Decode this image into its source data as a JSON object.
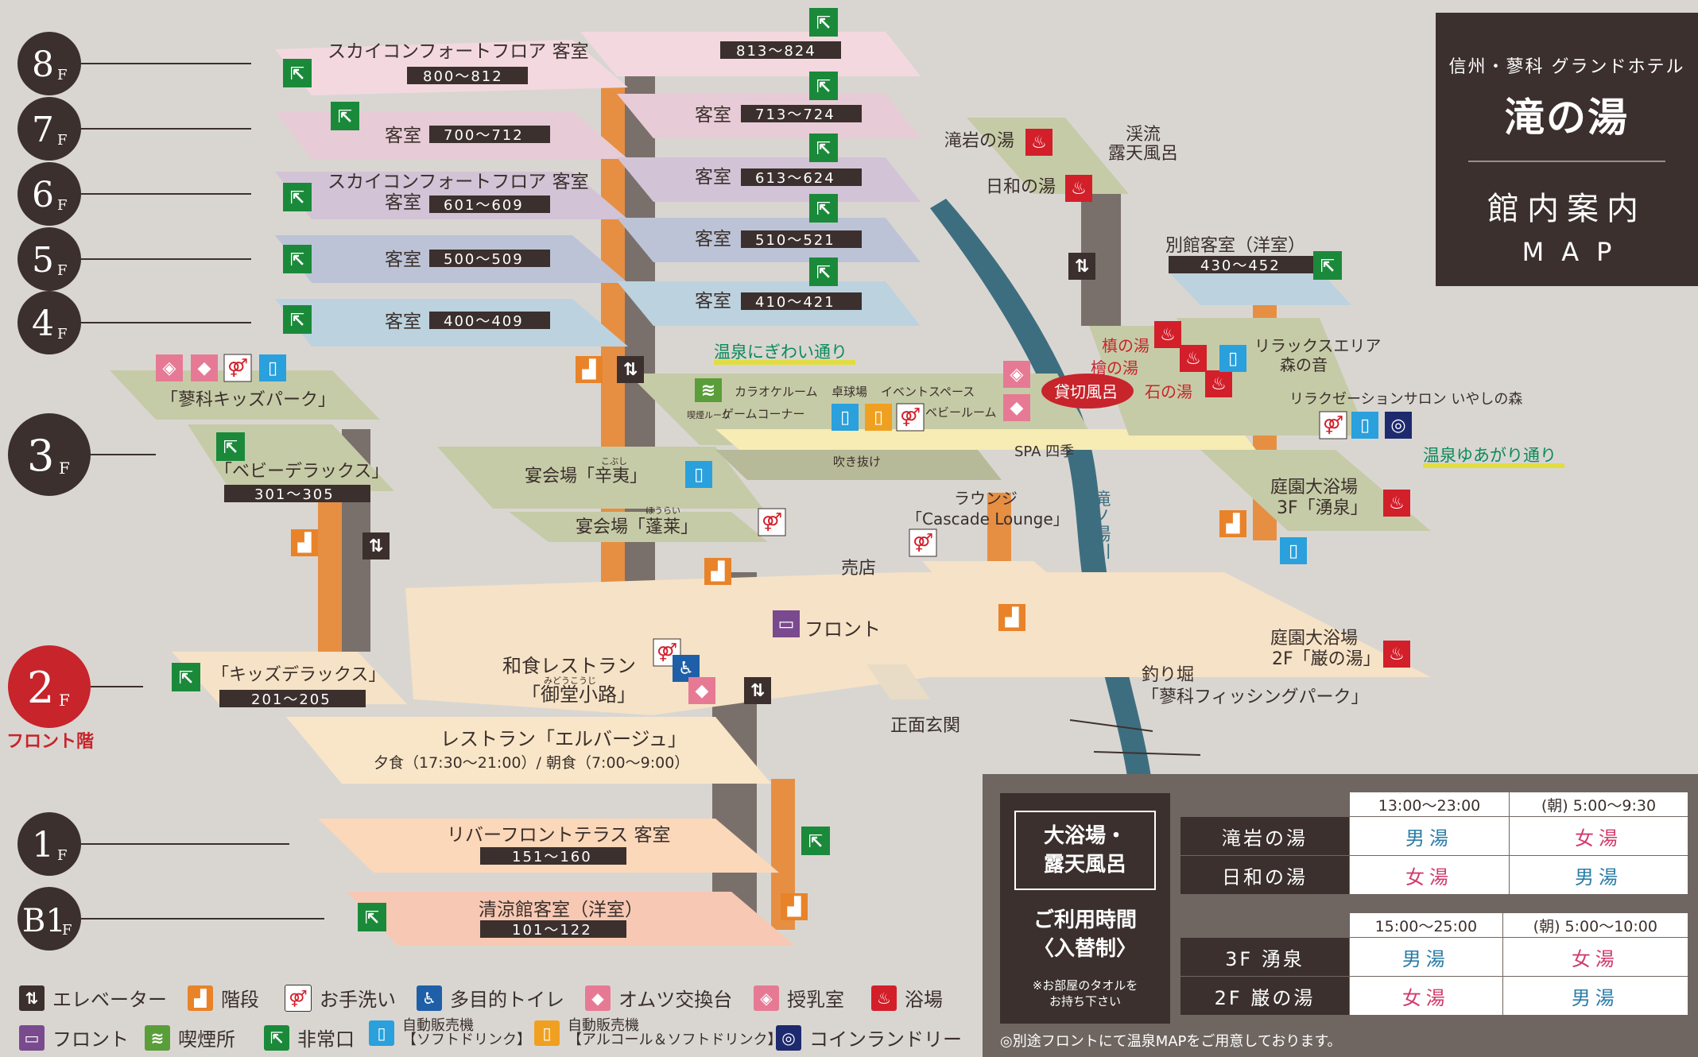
{
  "title": {
    "subtitle": "信州・蓼科 グランドホテル",
    "brand": "滝の湯",
    "heading": "館内案内",
    "heading_en": "MAP"
  },
  "floors": [
    {
      "id": "8F",
      "num": "8",
      "suffix": "F"
    },
    {
      "id": "7F",
      "num": "7",
      "suffix": "F"
    },
    {
      "id": "6F",
      "num": "6",
      "suffix": "F"
    },
    {
      "id": "5F",
      "num": "5",
      "suffix": "F"
    },
    {
      "id": "4F",
      "num": "4",
      "suffix": "F"
    },
    {
      "id": "3F",
      "num": "3",
      "suffix": "F"
    },
    {
      "id": "2F",
      "num": "2",
      "suffix": "F"
    },
    {
      "id": "1F",
      "num": "1",
      "suffix": "F"
    },
    {
      "id": "B1F",
      "num": "B1",
      "suffix": "F"
    }
  ],
  "front_floor_label": "フロント階",
  "rooms": {
    "f8_left_name": "スカイコンフォートフロア 客室",
    "f8_left_range": "800～812",
    "f8_right_range": "813～824",
    "f7_left_name": "客室",
    "f7_left_range": "700～712",
    "f7_right_name": "客室",
    "f7_right_range": "713～724",
    "f6_left_name": "スカイコンフォートフロア 客室",
    "f6_left_name2": "客室",
    "f6_left_range": "601～609",
    "f6_right_name": "客室",
    "f6_right_range": "613～624",
    "f5_left_name": "客室",
    "f5_left_range": "500～509",
    "f5_right_name": "客室",
    "f5_right_range": "510～521",
    "f4_left_name": "客室",
    "f4_left_range": "400～409",
    "f4_right_name": "客室",
    "f4_right_range": "410～421"
  },
  "labels": {
    "kids_park": "「蓼科キッズパーク」",
    "baby_deluxe": "「ベビーデラックス」",
    "baby_deluxe_range": "301～305",
    "banquet1_ruby": "こぶし",
    "banquet1": "宴会場「辛夷」",
    "banquet2_ruby": "ほうらい",
    "banquet2": "宴会場「蓬莱」",
    "onsen_street": "温泉にぎわい通り",
    "karaoke": "カラオケルーム",
    "table_tennis": "卓球場",
    "event_space": "イベントスペース",
    "game_corner": "ゲームコーナー",
    "baby_room": "ベビールーム",
    "smoking_room": "喫煙ルーム",
    "fukinuke": "吹き抜け",
    "spa": "SPA 四季",
    "lounge1": "ラウンジ",
    "lounge2": "「Cascade Lounge」",
    "shop": "売店",
    "front": "フロント",
    "kids_deluxe": "「キッズデラックス」",
    "kids_deluxe_range": "201～205",
    "washoku1": "和食レストラン",
    "washoku_ruby": "みどうこうじ",
    "washoku2": "「御堂小路」",
    "restaurant1": "レストラン「エルバージュ」",
    "restaurant2": "夕食（17:30～21:00）/ 朝食（7:00～9:00）",
    "riverfront": "リバーフロントテラス 客室",
    "riverfront_range": "151～160",
    "seiryo": "清涼館客室（洋室）",
    "seiryo_range": "101～122",
    "takiiwa": "滝岩の湯",
    "hiyori": "日和の湯",
    "keiryu1": "渓流",
    "keiryu2": "露天風呂",
    "annex1": "別館客室（洋室）",
    "annex_range": "430～452",
    "kashikiri": "貸切風呂",
    "kaya": "槙の湯",
    "hinoki": "檜の湯",
    "ishi": "石の湯",
    "relax1": "リラックスエリア",
    "relax2": "森の音",
    "salon": "リラクゼーションサロン いやしの森",
    "yuagari": "温泉ゆあがり通り",
    "garden3_1": "庭園大浴場",
    "garden3_2": "3F「湧泉」",
    "garden2_1": "庭園大浴場",
    "garden2_2": "2F「巌の湯」",
    "river": "滝ノ湯川",
    "fishing1": "釣り堀",
    "fishing2": "「蓼科フィッシングパーク」",
    "entrance": "正面玄関"
  },
  "hours": {
    "bath_title_1": "大浴場・",
    "bath_title_2": "露天風呂",
    "usage_1": "ご利用時間",
    "usage_2": "〈入替制〉",
    "note_1": "※お部屋のタオルを",
    "note_2": "お持ち下さい",
    "time_a1": "13:00～23:00",
    "time_a2": "(朝) 5:00～9:30",
    "time_b1": "15:00～25:00",
    "time_b2": "(朝) 5:00～10:00",
    "row1_name": "滝岩の湯",
    "row1_a": "男湯",
    "row1_b": "女湯",
    "row2_name": "日和の湯",
    "row2_a": "女湯",
    "row2_b": "男湯",
    "row3_name": "3F 湧泉",
    "row3_a": "男湯",
    "row3_b": "女湯",
    "row4_name": "2F 巌の湯",
    "row4_a": "女湯",
    "row4_b": "男湯",
    "footnote": "◎別途フロントにて温泉MAPをご用意しております。"
  },
  "legend": [
    {
      "icon": "elevator-icon",
      "label": "エレベーター",
      "color": "#3b302d"
    },
    {
      "icon": "stairs-icon",
      "label": "階段",
      "color": "#e8832a"
    },
    {
      "icon": "restroom-icon",
      "label": "お手洗い",
      "color": "#ffffff"
    },
    {
      "icon": "accessible-toilet-icon",
      "label": "多目的トイレ",
      "color": "#1f5fa8"
    },
    {
      "icon": "diaper-change-icon",
      "label": "オムツ交換台",
      "color": "#e67a95"
    },
    {
      "icon": "nursing-room-icon",
      "label": "授乳室",
      "color": "#e67a95"
    },
    {
      "icon": "bath-icon",
      "label": "浴場",
      "color": "#d21f2a"
    },
    {
      "icon": "front-desk-icon",
      "label": "フロント",
      "color": "#7a4a8e"
    },
    {
      "icon": "smoking-icon",
      "label": "喫煙所",
      "color": "#5a9e3a"
    },
    {
      "icon": "emergency-exit-icon",
      "label": "非常口",
      "color": "#1a8a3a"
    },
    {
      "icon": "soft-drink-vending-icon",
      "label": "自動販売機",
      "label2": "【ソフトドリンク】",
      "color": "#2aa0dc"
    },
    {
      "icon": "alcohol-vending-icon",
      "label": "自動販売機",
      "label2": "【アルコール＆ソフトドリンク】",
      "color": "#f0a020"
    },
    {
      "icon": "coin-laundry-icon",
      "label": "コインランドリー",
      "color": "#1e2a6e"
    }
  ]
}
